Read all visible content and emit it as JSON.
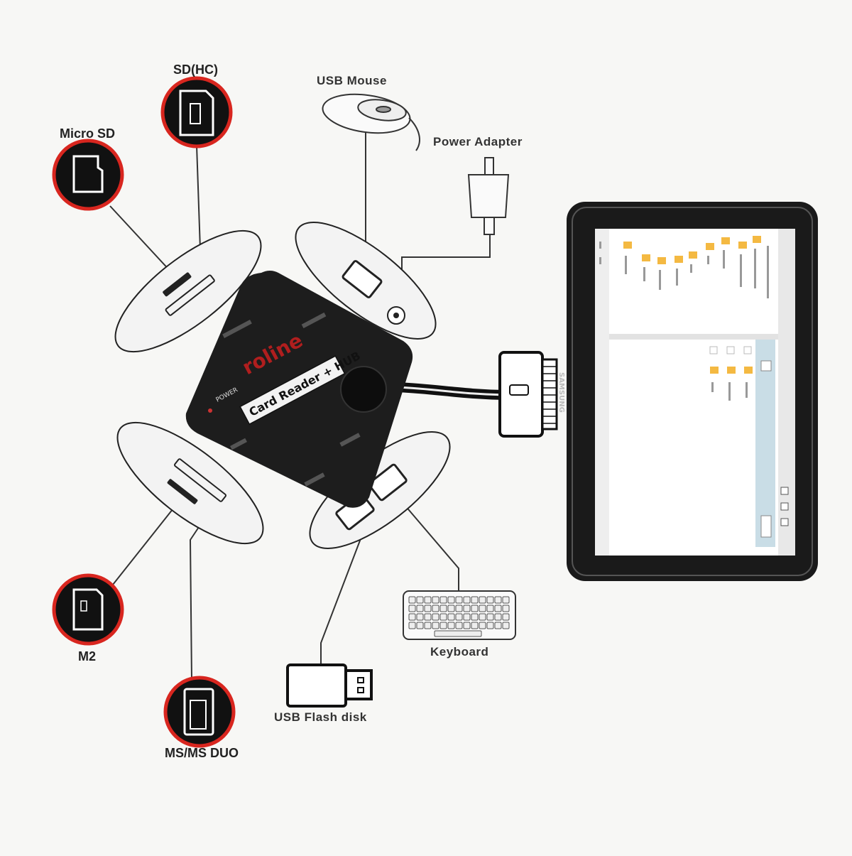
{
  "labels": {
    "sd_hc": "SD(HC)",
    "micro_sd": "Micro SD",
    "usb_mouse": "USB Mouse",
    "power_adapter": "Power Adapter",
    "m2": "M2",
    "ms_duo": "MS/MS DUO",
    "usb_flash": "USB Flash disk",
    "keyboard": "Keyboard"
  },
  "hub": {
    "brand": "roline",
    "product": "Card Reader + HUB",
    "power": "POWER"
  },
  "tablet": {
    "brand": "SAMSUNG"
  },
  "colors": {
    "badge_ring": "#d8261f",
    "badge_fill": "#111111",
    "hub_body": "#1c1c1c",
    "brand_red": "#b01e1e",
    "folder": "#f4b942",
    "tablet_screen_accent": "#c9dde6"
  }
}
